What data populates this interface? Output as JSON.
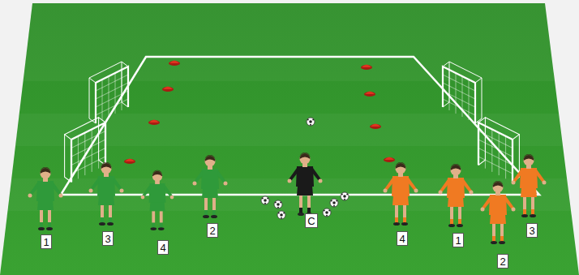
{
  "diagram": {
    "nodes": [
      {
        "text": [
          "1"
        ]
      },
      {
        "text": [
          "3"
        ]
      },
      {
        "text": [
          "4"
        ]
      },
      {
        "text": [
          "2"
        ]
      },
      {
        "text": [
          "C"
        ]
      },
      {
        "text": [
          "4"
        ]
      },
      {
        "text": [
          "1"
        ]
      },
      {
        "text": [
          "2"
        ]
      },
      {
        "text": [
          "3"
        ]
      }
    ]
  }
}
